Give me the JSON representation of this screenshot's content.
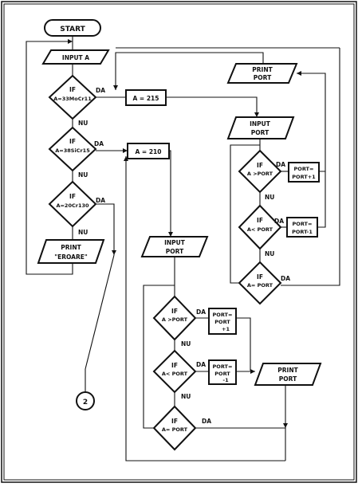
{
  "flowchart": {
    "start": "START",
    "input_a": "INPUT A",
    "if": "IF",
    "da": "DA",
    "nu": "NU",
    "cond_33mocr11": "A=33MoCr11",
    "cond_38sicr15": "A=38SiCr15",
    "cond_20cr130": "A=20Cr130",
    "print": "PRINT",
    "eroare": "\"EROARE\"",
    "assign_215": "A = 215",
    "assign_210": "A = 210",
    "input": "INPUT",
    "port": "PORT",
    "cond_gt": "A >PORT",
    "cond_lt": "A< PORT",
    "cond_eq": "A= PORT",
    "port_eq": "PORT=",
    "port_plus1": "PORT+1",
    "port_minus1": "PORT-1",
    "port_plus": "PORT",
    "plus_1": "+1",
    "minus_1": "-1",
    "connector": "2"
  }
}
